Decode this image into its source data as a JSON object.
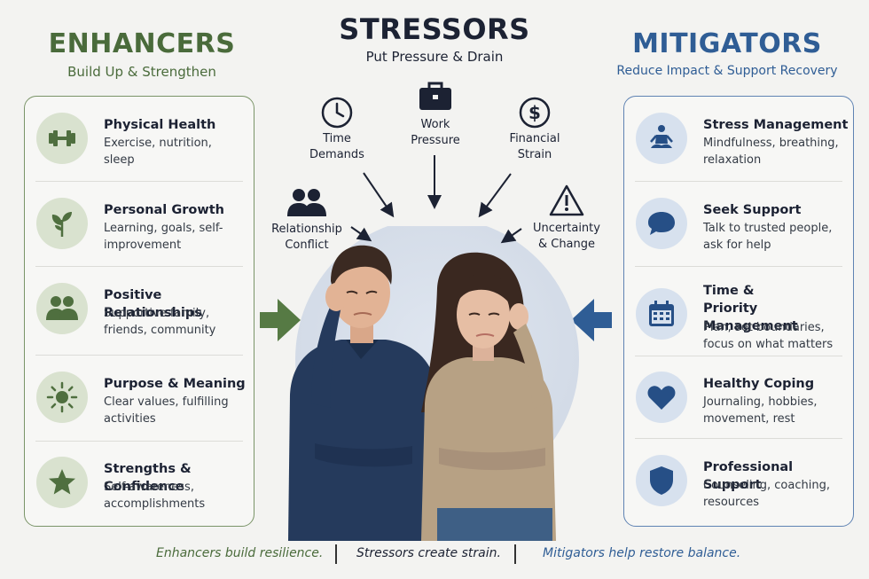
{
  "enhancers": {
    "title": "ENHANCERS",
    "subtitle": "Build Up & Strengthen",
    "items": [
      {
        "title": "Physical Health",
        "desc": "Exercise, nutrition, sleep",
        "icon": "dumbbell-icon"
      },
      {
        "title": "Personal Growth",
        "desc": "Learning, goals, self-improvement",
        "icon": "sprout-icon"
      },
      {
        "title": "Positive Relationships",
        "desc": "Supportive family, friends, community",
        "icon": "people-icon"
      },
      {
        "title": "Purpose & Meaning",
        "desc": "Clear values, fulfilling activities",
        "icon": "sun-icon"
      },
      {
        "title": "Strengths & Confidence",
        "desc": "Self-awareness, accomplishments",
        "icon": "star-icon"
      }
    ],
    "color": "#4a6b3b"
  },
  "stressors": {
    "title": "STRESSORS",
    "subtitle": "Put Pressure & Drain",
    "items": [
      {
        "label": "Time Demands",
        "icon": "clock-icon"
      },
      {
        "label": "Work Pressure",
        "icon": "briefcase-icon"
      },
      {
        "label": "Financial Strain",
        "icon": "dollar-icon"
      },
      {
        "label": "Relationship Conflict",
        "icon": "people-icon"
      },
      {
        "label": "Uncertainty & Change",
        "icon": "warning-icon"
      }
    ]
  },
  "mitigators": {
    "title": "MITIGATORS",
    "subtitle": "Reduce Impact & Support Recovery",
    "items": [
      {
        "title": "Stress Management",
        "desc": "Mindfulness, breathing, relaxation",
        "icon": "meditation-icon"
      },
      {
        "title": "Seek Support",
        "desc": "Talk to trusted people, ask for help",
        "icon": "speech-bubble-icon"
      },
      {
        "title": "Time & Priority Management",
        "desc": "Plan, set boundaries, focus on what matters",
        "icon": "calendar-icon"
      },
      {
        "title": "Healthy Coping",
        "desc": "Journaling, hobbies, movement, rest",
        "icon": "heart-icon"
      },
      {
        "title": "Professional Support",
        "desc": "Counseling, coaching, resources",
        "icon": "shield-icon"
      }
    ],
    "color": "#2f5d95"
  },
  "footer": {
    "enhancers": "Enhancers build resilience.",
    "stressors": "Stressors create strain.",
    "mitigators": "Mitigators help restore balance."
  }
}
